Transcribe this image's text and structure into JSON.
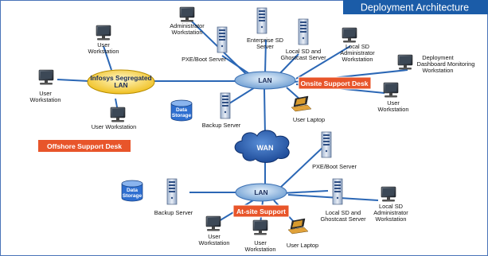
{
  "title": "Deployment Architecture",
  "hubs": {
    "infosys_lan": [
      "Infosys Segregated",
      "LAN"
    ],
    "lan_top": "LAN",
    "lan_bottom": "LAN",
    "wan": "WAN"
  },
  "desks": {
    "onsite": "Onsite Support Desk",
    "offshore": "Offshore Support Desk",
    "atsite": "At-site Support"
  },
  "labels": {
    "user_ws_top": [
      "User",
      "Workstation"
    ],
    "user_ws_left": [
      "User",
      "Workstation"
    ],
    "user_ws_mid": "User Workstation",
    "admin_ws": [
      "Administrator",
      "Workstation"
    ],
    "pxe_top": "PXE/Boot Server",
    "enterprise_sd": [
      "Enterprise SD",
      "Server"
    ],
    "local_sd_top": [
      "Local SD and",
      "Ghostcast Server"
    ],
    "local_admin_top": [
      "Local SD",
      "Administrator",
      "Workstation"
    ],
    "dashboard": [
      "Deployment",
      "Dashboard Monitoring",
      "Workstation"
    ],
    "user_ws_right": [
      "User",
      "Workstation"
    ],
    "data_storage_top": [
      "Data",
      "Storage"
    ],
    "backup_top": "Backup Server",
    "laptop_top": "User Laptop",
    "pxe_bottom": "PXE/Boot Server",
    "data_storage_bottom": [
      "Data",
      "Storage"
    ],
    "backup_bottom": "Backup Server",
    "local_sd_bottom": [
      "Local SD and",
      "Ghostcast Server"
    ],
    "local_admin_bottom": [
      "Local SD",
      "Administrator",
      "Workstation"
    ],
    "user_ws_b1": [
      "User",
      "Workstation"
    ],
    "user_ws_b2": [
      "User",
      "Workstation"
    ],
    "laptop_bottom": "User Laptop"
  }
}
